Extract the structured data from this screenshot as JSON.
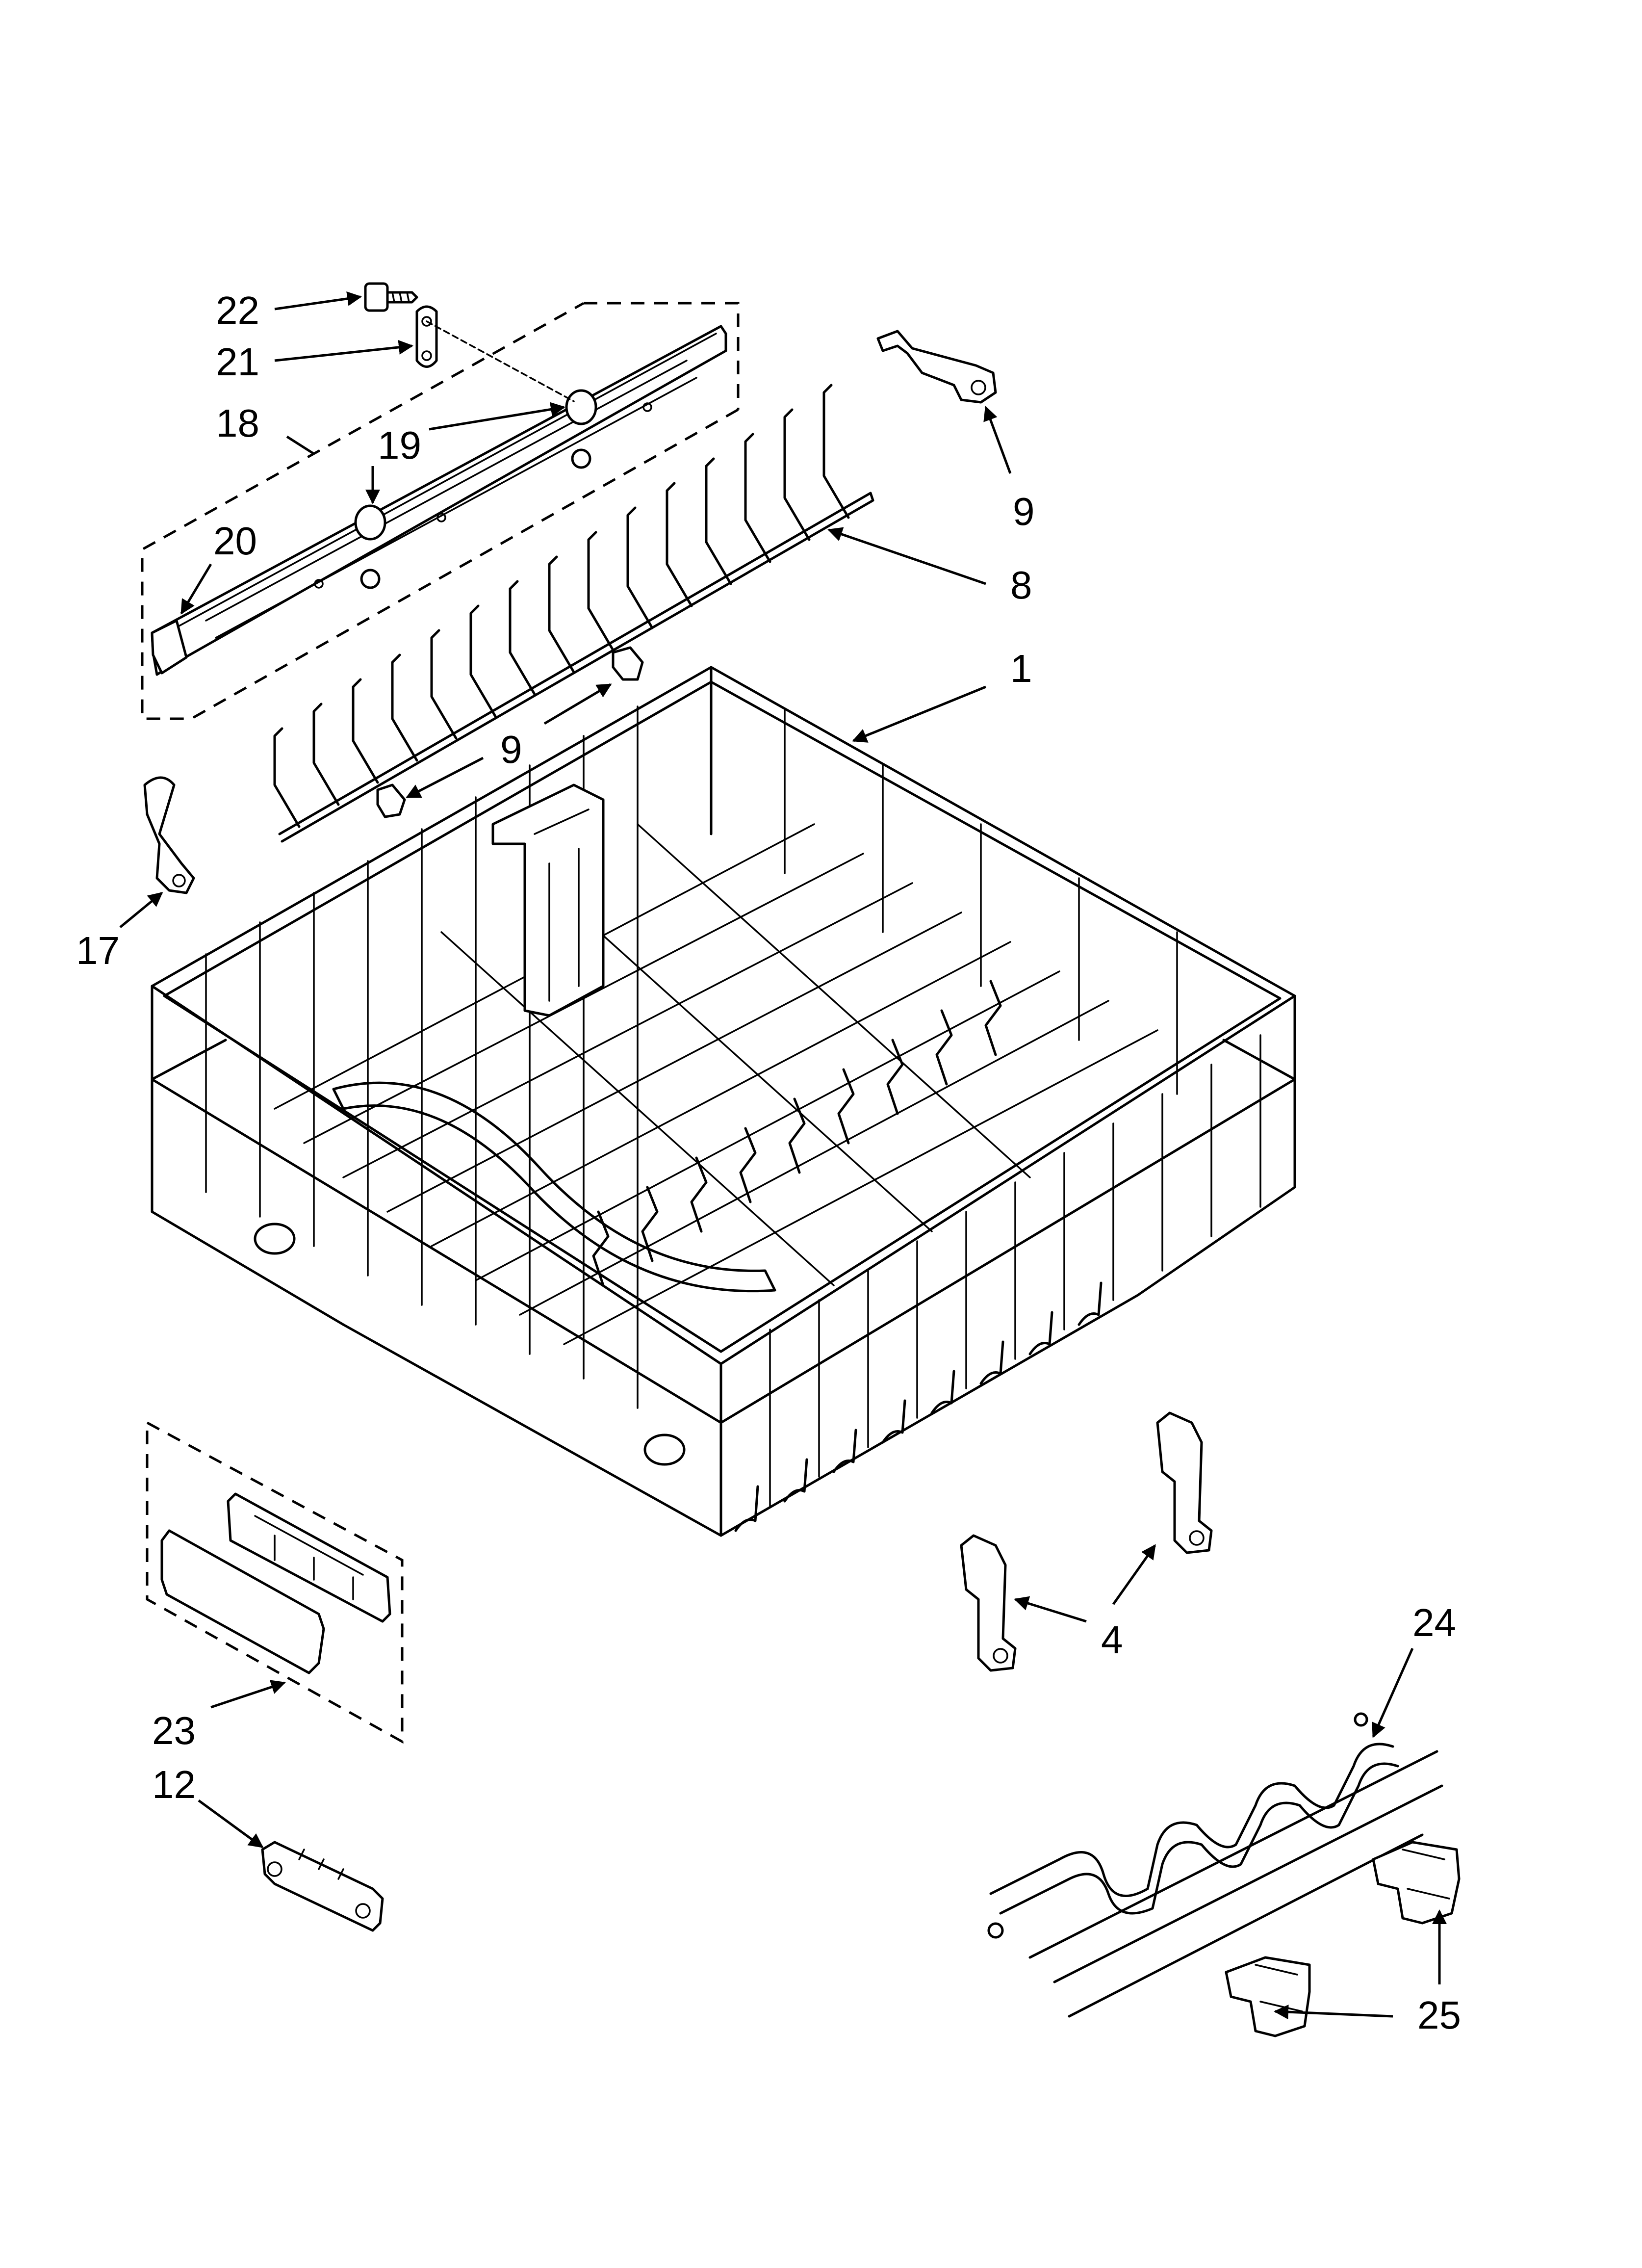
{
  "callouts": {
    "c22": "22",
    "c21": "21",
    "c18": "18",
    "c19": "19",
    "c20": "20",
    "c9a": "9",
    "c8": "8",
    "c1": "1",
    "c9b": "9",
    "c17": "17",
    "c4": "4",
    "c24": "24",
    "c23": "23",
    "c12": "12",
    "c25": "25"
  }
}
